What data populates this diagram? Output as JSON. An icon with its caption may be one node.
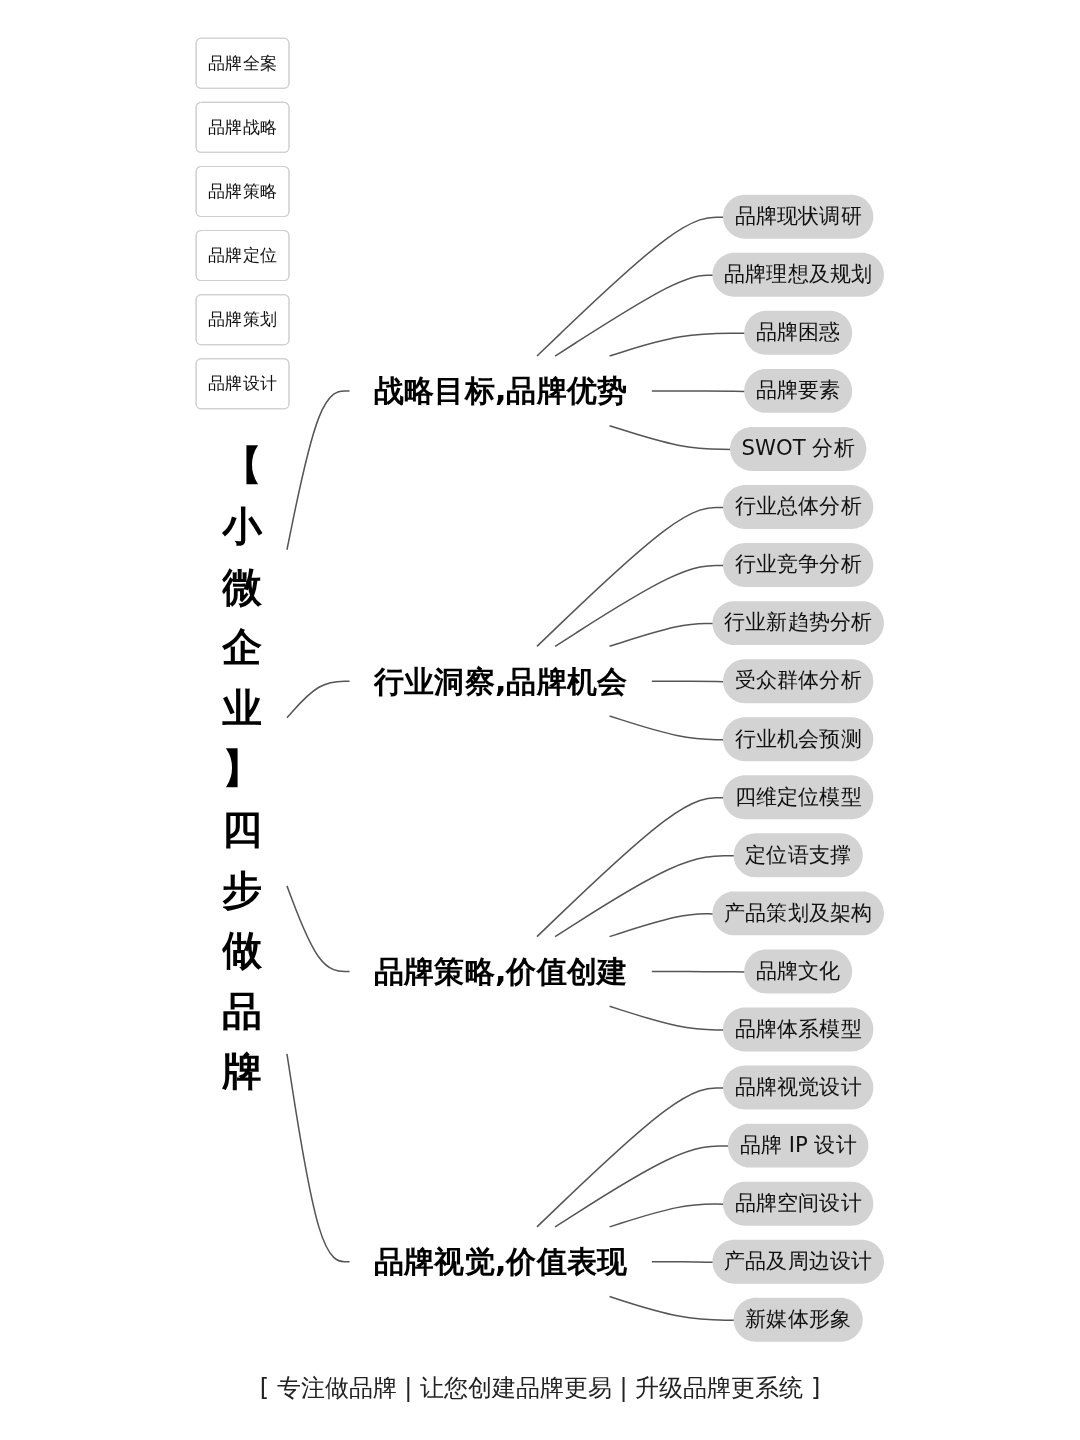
{
  "diagram": {
    "caption": "[ 专注做品牌 | 让您创建品牌更易 | 升级品牌更系统 ]",
    "nodes": [
      {
        "text": [
          "品牌全案"
        ]
      },
      {
        "text": [
          "品牌战略"
        ]
      },
      {
        "text": [
          "品牌策略"
        ]
      },
      {
        "text": [
          "品牌定位"
        ]
      },
      {
        "text": [
          "品牌策划"
        ]
      },
      {
        "text": [
          "品牌设计"
        ]
      },
      {
        "text": [
          "【小微企业】四步做品牌"
        ]
      },
      {
        "text": [
          "战略目标,品牌优势"
        ]
      },
      {
        "text": [
          "品牌现状调研"
        ]
      },
      {
        "text": [
          "品牌理想及规划"
        ]
      },
      {
        "text": [
          "品牌困惑"
        ]
      },
      {
        "text": [
          "品牌要素"
        ]
      },
      {
        "text": [
          "SWOT 分析"
        ]
      },
      {
        "text": [
          "行业洞察,品牌机会"
        ]
      },
      {
        "text": [
          "行业总体分析"
        ]
      },
      {
        "text": [
          "行业竞争分析"
        ]
      },
      {
        "text": [
          "行业新趋势分析"
        ]
      },
      {
        "text": [
          "受众群体分析"
        ]
      },
      {
        "text": [
          "行业机会预测"
        ]
      },
      {
        "text": [
          "品牌策略,价值创建"
        ]
      },
      {
        "text": [
          "四维定位模型"
        ]
      },
      {
        "text": [
          "定位语支撑"
        ]
      },
      {
        "text": [
          "产品策划及架构"
        ]
      },
      {
        "text": [
          "品牌文化"
        ]
      },
      {
        "text": [
          "品牌体系模型"
        ]
      },
      {
        "text": [
          "品牌视觉,价值表现"
        ]
      },
      {
        "text": [
          "品牌视觉设计"
        ]
      },
      {
        "text": [
          "品牌 IP 设计"
        ]
      },
      {
        "text": [
          "品牌空间设计"
        ]
      },
      {
        "text": [
          "产品及周边设计"
        ]
      },
      {
        "text": [
          "新媒体形象"
        ]
      }
    ],
    "edges": [
      {
        "from": 6,
        "to": 7,
        "arrow": "none"
      },
      {
        "from": 6,
        "to": 13,
        "arrow": "none"
      },
      {
        "from": 6,
        "to": 19,
        "arrow": "none"
      },
      {
        "from": 6,
        "to": 25,
        "arrow": "none"
      },
      {
        "from": 7,
        "to": 8,
        "arrow": "none"
      },
      {
        "from": 7,
        "to": 9,
        "arrow": "none"
      },
      {
        "from": 7,
        "to": 10,
        "arrow": "none"
      },
      {
        "from": 7,
        "to": 11,
        "arrow": "none"
      },
      {
        "from": 7,
        "to": 12,
        "arrow": "none"
      },
      {
        "from": 13,
        "to": 14,
        "arrow": "none"
      },
      {
        "from": 13,
        "to": 15,
        "arrow": "none"
      },
      {
        "from": 13,
        "to": 16,
        "arrow": "none"
      },
      {
        "from": 13,
        "to": 17,
        "arrow": "none"
      },
      {
        "from": 13,
        "to": 18,
        "arrow": "none"
      },
      {
        "from": 19,
        "to": 20,
        "arrow": "none"
      },
      {
        "from": 19,
        "to": 21,
        "arrow": "none"
      },
      {
        "from": 19,
        "to": 22,
        "arrow": "none"
      },
      {
        "from": 19,
        "to": 23,
        "arrow": "none"
      },
      {
        "from": 19,
        "to": 24,
        "arrow": "none"
      },
      {
        "from": 25,
        "to": 26,
        "arrow": "none"
      },
      {
        "from": 25,
        "to": 27,
        "arrow": "none"
      },
      {
        "from": 25,
        "to": 28,
        "arrow": "none"
      },
      {
        "from": 25,
        "to": 29,
        "arrow": "none"
      },
      {
        "from": 25,
        "to": 30,
        "arrow": "none"
      }
    ]
  }
}
